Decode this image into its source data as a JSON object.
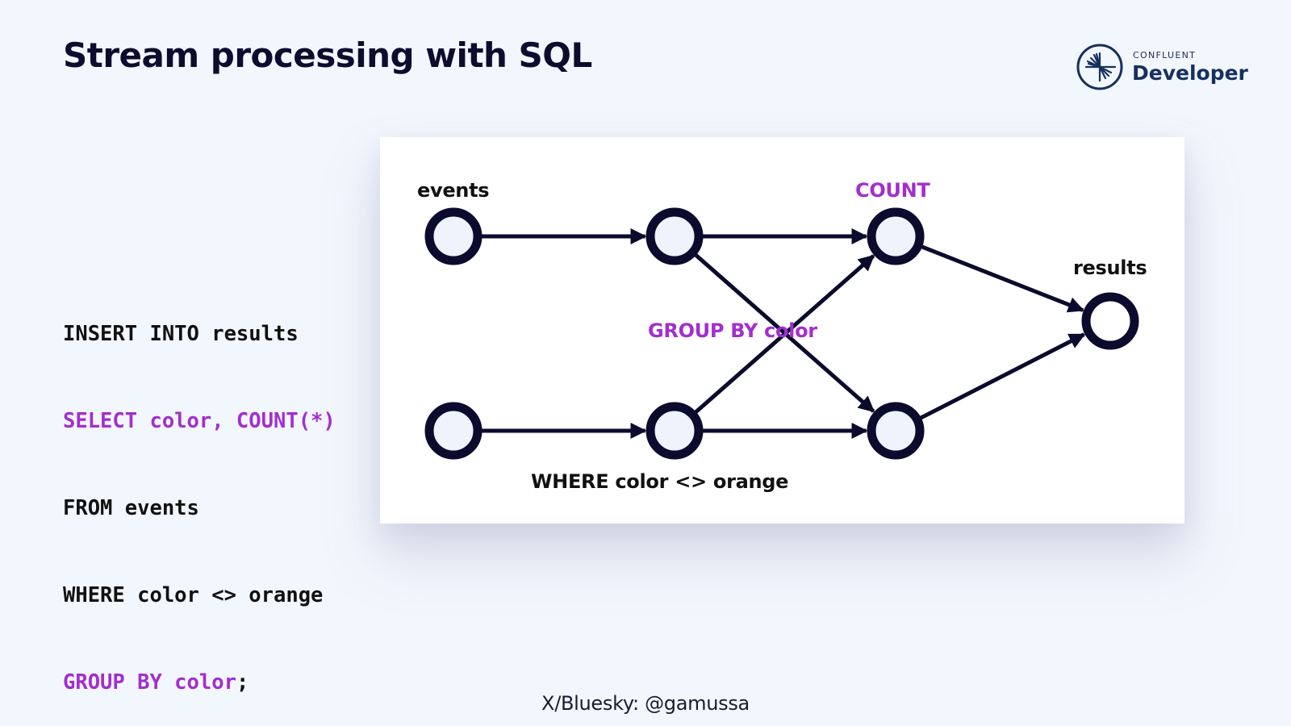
{
  "slide": {
    "title": "Stream processing with SQL",
    "footer": "X/Bluesky: @gamussa"
  },
  "brand": {
    "company": "CONFLUENT",
    "product": "Developer",
    "icon": "confluent-starburst-icon"
  },
  "code": {
    "lines": [
      {
        "text": "INSERT INTO results",
        "style": "plain"
      },
      {
        "text": "SELECT color, COUNT(*)",
        "style": "keyword"
      },
      {
        "text": "FROM events",
        "style": "plain"
      },
      {
        "text": "WHERE color <> orange",
        "style": "plain"
      },
      {
        "text_keyword": "GROUP BY color",
        "text_plain": ";",
        "style": "mixed"
      }
    ]
  },
  "diagram": {
    "colors": {
      "node_stroke": "#0b0b2e",
      "node_fill": "#eef3fc",
      "edge": "#0b0b2e",
      "highlight": "#a22ed0",
      "text": "#111111"
    },
    "labels": {
      "events": "events",
      "count": "COUNT",
      "results": "results",
      "group_by": "GROUP BY color",
      "where": "WHERE color <> orange"
    },
    "nodes": [
      {
        "id": "src-top",
        "col": 0,
        "row": 0
      },
      {
        "id": "filter-top",
        "col": 1,
        "row": 0
      },
      {
        "id": "count-top",
        "col": 2,
        "row": 0
      },
      {
        "id": "src-bottom",
        "col": 0,
        "row": 1
      },
      {
        "id": "filter-bottom",
        "col": 1,
        "row": 1
      },
      {
        "id": "count-bottom",
        "col": 2,
        "row": 1
      },
      {
        "id": "results",
        "col": 3,
        "row": 0.5
      }
    ],
    "edges": [
      {
        "from": "src-top",
        "to": "filter-top"
      },
      {
        "from": "filter-top",
        "to": "count-top"
      },
      {
        "from": "filter-top",
        "to": "count-bottom"
      },
      {
        "from": "src-bottom",
        "to": "filter-bottom"
      },
      {
        "from": "filter-bottom",
        "to": "count-bottom"
      },
      {
        "from": "filter-bottom",
        "to": "count-top"
      },
      {
        "from": "count-top",
        "to": "results"
      },
      {
        "from": "count-bottom",
        "to": "results"
      }
    ]
  }
}
